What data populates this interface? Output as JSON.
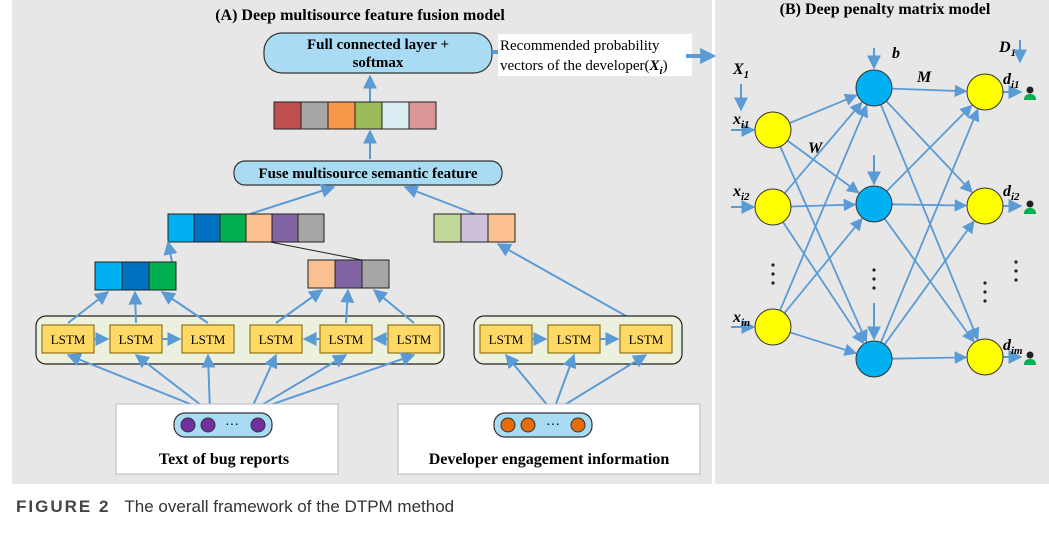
{
  "panel_a": {
    "title": "(A) Deep multisource feature fusion model",
    "fc_layer": [
      "Full connected layer +",
      "softmax"
    ],
    "recommend_label": [
      "Recommended probability",
      "vectors of the developer("
    ],
    "recommend_var": "X",
    "recommend_sub": "i",
    "recommend_close": ")",
    "fuse_label": "Fuse multisource semantic feature",
    "lstm_label": "LSTM",
    "input_text_label": "Text of bug reports",
    "input_dev_label": "Developer engagement information",
    "ellipsis": "···",
    "colors": {
      "fused_vector": [
        "#c0504d",
        "#a6a6a6",
        "#f79646",
        "#9bbb59",
        "#dbeef4",
        "#d99694"
      ],
      "text_forward": [
        "#00b0f0",
        "#0070c0",
        "#00b050"
      ],
      "text_backward": [
        "#fac090",
        "#8064a2",
        "#a6a6a6"
      ],
      "dev_vector": [
        "#c4d79b",
        "#ccc0da",
        "#fac090"
      ],
      "text_dots": "#7030a0",
      "dev_dots": "#e46c0a",
      "panel_bg": "#e7e7e7",
      "pill_fill": "#a9dcf4",
      "lstm_fill": "#ffd966",
      "lstm_group_fill": "#ebf1de",
      "arrow": "#5b9bd5"
    }
  },
  "panel_b": {
    "title": "(B) Deep penalty matrix model",
    "input_label": {
      "var": "X",
      "sub": "1"
    },
    "bias_label": "b",
    "weight_w": "W",
    "weight_m": "M",
    "d_label": {
      "var": "D",
      "sub": "1"
    },
    "inputs": [
      {
        "var": "x",
        "sub": "i1"
      },
      {
        "var": "x",
        "sub": "i2"
      },
      {
        "var": "x",
        "sub": "in"
      }
    ],
    "outputs": [
      {
        "var": "d",
        "sub": "i1"
      },
      {
        "var": "d",
        "sub": "i2"
      },
      {
        "var": "d",
        "sub": "im"
      }
    ],
    "colors": {
      "input_node": "#ffff00",
      "hidden_node": "#00b0f0",
      "edge": "#5b9bd5",
      "panel_bg": "#e7e7e7"
    }
  },
  "caption": {
    "figure_label": "FIGURE 2",
    "text": "The overall framework of the DTPM method"
  }
}
